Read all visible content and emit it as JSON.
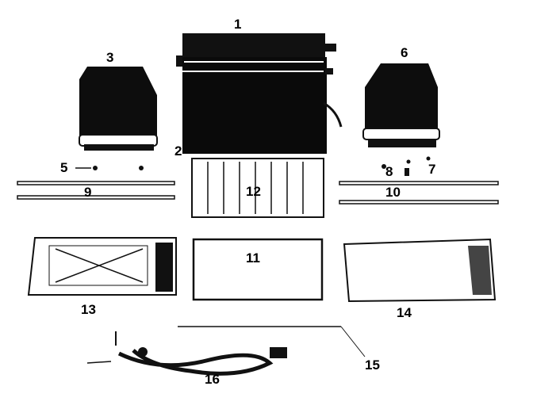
{
  "diagram": {
    "type": "exploded parts diagram",
    "parts": [
      {
        "id": "p1",
        "number": "1",
        "depicts": "oven-body"
      },
      {
        "id": "p2",
        "number": "2",
        "depicts": "body-bottom-edge"
      },
      {
        "id": "p3",
        "number": "3",
        "depicts": "left-end-cover"
      },
      {
        "id": "p5",
        "number": "5",
        "depicts": "screw"
      },
      {
        "id": "p6",
        "number": "6",
        "depicts": "right-end-cover"
      },
      {
        "id": "p7",
        "number": "7",
        "depicts": "screw"
      },
      {
        "id": "p8",
        "number": "8",
        "depicts": "bushing"
      },
      {
        "id": "p9",
        "number": "9",
        "depicts": "left-support-bars"
      },
      {
        "id": "p10",
        "number": "10",
        "depicts": "right-support-bars"
      },
      {
        "id": "p11",
        "number": "11",
        "depicts": "panel"
      },
      {
        "id": "p12",
        "number": "12",
        "depicts": "rack-grille"
      },
      {
        "id": "p13",
        "number": "13",
        "depicts": "base-tray"
      },
      {
        "id": "p14",
        "number": "14",
        "depicts": "circuit-board-panel"
      },
      {
        "id": "p15",
        "number": "15",
        "depicts": "rod"
      },
      {
        "id": "p16",
        "number": "16",
        "depicts": "power-cord"
      }
    ]
  }
}
